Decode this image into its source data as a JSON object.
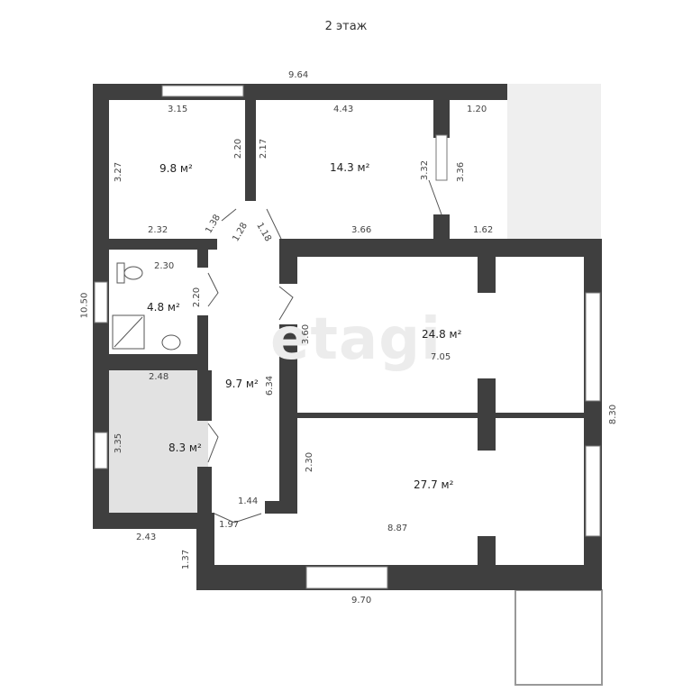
{
  "title": "2 этаж",
  "watermark": "etagi",
  "rooms": [
    {
      "name": "room-top-left",
      "area": "9.8 м²"
    },
    {
      "name": "room-top-middle",
      "area": "14.3 м²"
    },
    {
      "name": "bathroom",
      "area": "4.8 м²"
    },
    {
      "name": "room-right-upper",
      "area": "24.8 м²"
    },
    {
      "name": "hallway",
      "area": "9.7 м²"
    },
    {
      "name": "room-left-lower",
      "area": "8.3 м²"
    },
    {
      "name": "room-right-lower",
      "area": "27.7 м²"
    }
  ],
  "dimensions": {
    "top_total": "9.64",
    "r1_top": "3.15",
    "r1_left": "3.27",
    "r1_right": "2.20",
    "r1_bottom": "2.32",
    "r2_top": "4.43",
    "r2_left": "2.17",
    "r2_right": "3.32",
    "r2_bottom": "3.66",
    "r3_top": "1.20",
    "r3_left": "3.36",
    "r3_bottom": "1.62",
    "hall_a": "1.38",
    "hall_b": "1.28",
    "hall_c": "1.18",
    "bath_top": "2.30",
    "bath_right": "2.20",
    "left_total": "10.50",
    "r4_left": "3.60",
    "r4_width": "7.05",
    "right_total": "8.30",
    "bath_bottom": "2.48",
    "hall_len": "6.34",
    "r6_left": "3.35",
    "r7_left": "2.30",
    "hall_bottom": "1.44",
    "hall_door": "1.97",
    "r6_bottom": "2.43",
    "step_left": "1.37",
    "r7_width": "8.87",
    "bottom_total": "9.70"
  }
}
